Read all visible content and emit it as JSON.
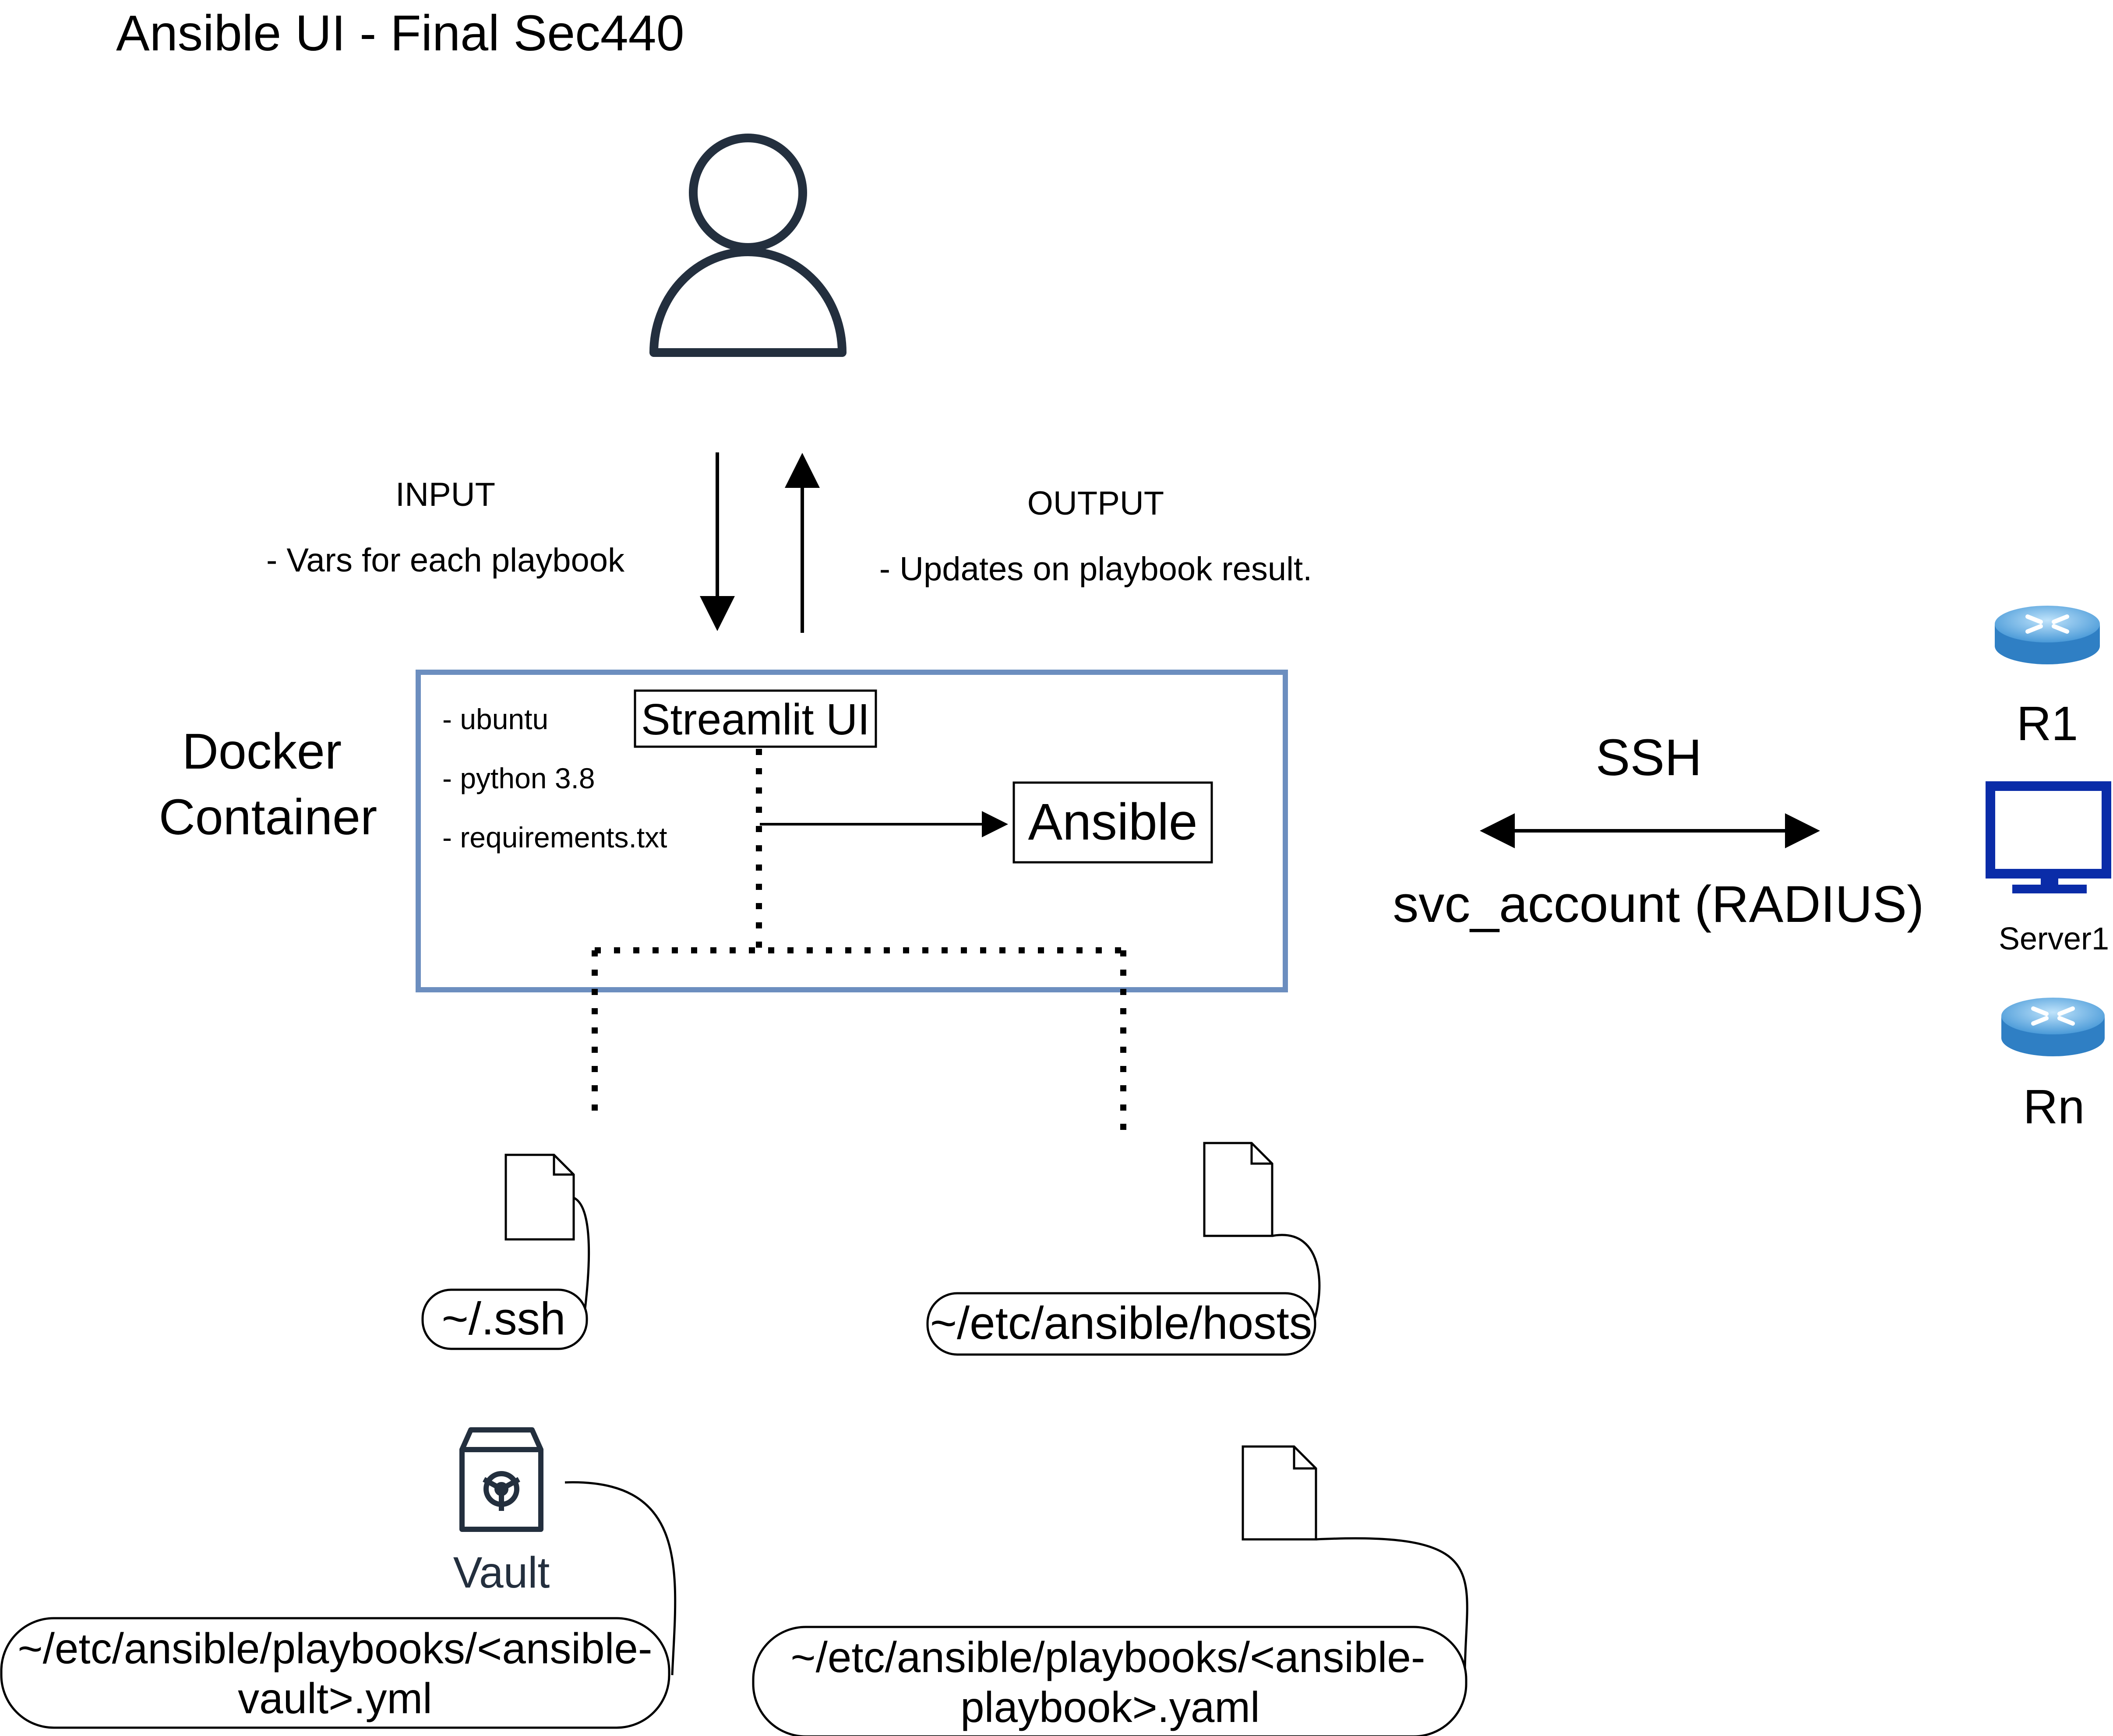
{
  "title": "Ansible UI - Final Sec440",
  "input": {
    "heading": "INPUT",
    "detail": "- Vars for each playbook"
  },
  "output": {
    "heading": "OUTPUT",
    "detail": "- Updates on playbook result."
  },
  "docker": {
    "label_line1": "Docker",
    "label_line2": "Container",
    "specs": [
      "- ubuntu",
      "- python 3.8",
      "- requirements.txt"
    ],
    "streamlit_label": "Streamlit UI",
    "ansible_label": "Ansible"
  },
  "connection": {
    "protocol": "SSH",
    "account": "svc_account (RADIUS)"
  },
  "devices": {
    "router1": "R1",
    "server": "Server1",
    "router_n": "Rn"
  },
  "files": {
    "ssh": "~/.ssh",
    "hosts": "~/etc/ansible/hosts",
    "vault_icon_label": "Vault",
    "vault_path_line1": "~/etc/ansible/playbooks/<ansible-",
    "vault_path_line2": "vault>.yml",
    "playbook_path_line1": "~/etc/ansible/playbooks/<ansible-",
    "playbook_path_line2": "playbook>.yaml"
  },
  "colors": {
    "docker_border": "#6c8ebf",
    "user_icon": "#232f3e",
    "vault_label": "#232f3e",
    "server_monitor": "#0a2ca8",
    "router_top": "#5fa8e6",
    "router_side": "#2f7fc4"
  },
  "icons": [
    "user-icon",
    "document-icon",
    "vault-icon",
    "router-icon",
    "monitor-icon"
  ]
}
